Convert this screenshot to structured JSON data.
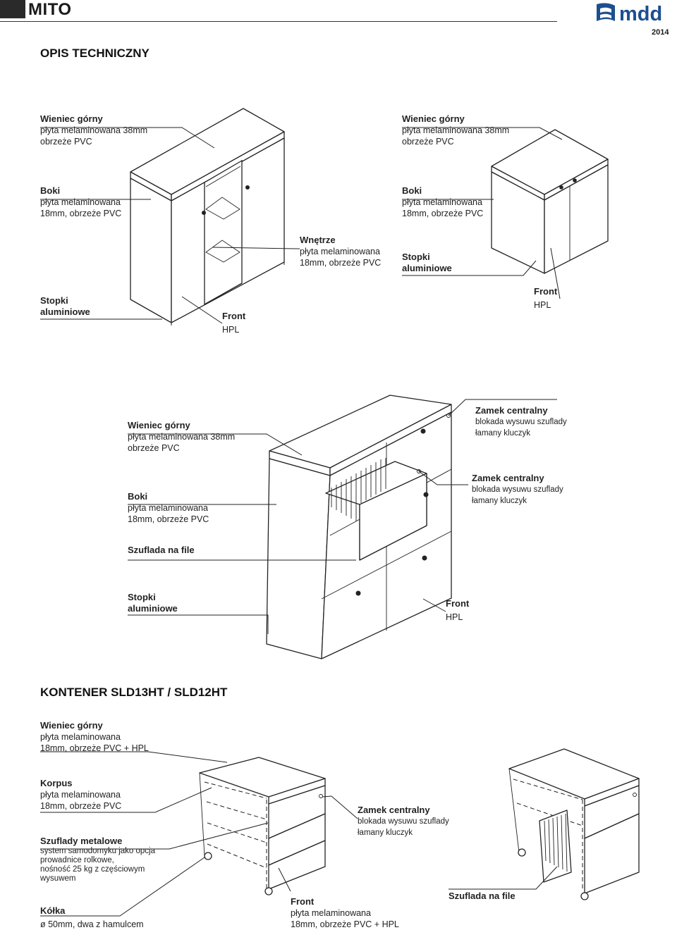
{
  "header": {
    "brand": "MITO",
    "logo_text": "mdd",
    "year": "2014"
  },
  "section1": {
    "title": "OPIS TECHNICZNY"
  },
  "labels": {
    "a1": {
      "title": "Wieniec górny",
      "desc": "płyta melaminowana 38mm\nobrzeże PVC"
    },
    "a2": {
      "title": "Wieniec górny",
      "desc": "płyta melaminowana 38mm\nobrzeże PVC"
    },
    "a3": {
      "title": "Boki",
      "desc": "płyta melaminowana\n18mm, obrzeże PVC"
    },
    "a4": {
      "title": "Boki",
      "desc": "płyta melaminowana\n18mm, obrzeże PVC"
    },
    "a5": {
      "title": "Wnętrze",
      "desc": "płyta melaminowana\n18mm, obrzeże PVC"
    },
    "a6": {
      "title": "Stopki\naluminiowe",
      "desc": ""
    },
    "a7": {
      "title": "Stopki\naluminiowe",
      "desc": ""
    },
    "a8": {
      "title": "Front",
      "desc": "HPL"
    },
    "a9": {
      "title": "Front",
      "desc": "HPL"
    },
    "b1": {
      "title": "Wieniec górny",
      "desc": "płyta melaminowana 38mm\nobrzeże PVC"
    },
    "b2": {
      "title": "Zamek centralny",
      "desc": "blokada wysuwu szuflady\nłamany kluczyk"
    },
    "b3": {
      "title": "Boki",
      "desc": "płyta melaminowana\n18mm, obrzeże PVC"
    },
    "b4": {
      "title": "Zamek centralny",
      "desc": "blokada wysuwu szuflady\nłamany kluczyk"
    },
    "b5": {
      "title": "Szuflada na file",
      "desc": ""
    },
    "b6": {
      "title": "Stopki\naluminiowe",
      "desc": ""
    },
    "b7": {
      "title": "Front",
      "desc": "HPL"
    },
    "c1": {
      "title": "Wieniec górny",
      "desc": "płyta melaminowana\n18mm, obrzeże PVC + HPL"
    },
    "c2": {
      "title": "Korpus",
      "desc": "płyta melaminowana\n18mm, obrzeże PVC"
    },
    "c3": {
      "title": "Zamek centralny",
      "desc": "blokada wysuwu szuflady\nłamany kluczyk"
    },
    "c4": {
      "title": "Szuflady metalowe",
      "desc": "system samodomyku jako opcja\nprowadnice rolkowe,\nnośność 25 kg z częściowym\nwysuwem"
    },
    "c5": {
      "title": "Kółka",
      "desc": "ø 50mm, dwa z hamulcem"
    },
    "c6": {
      "title": "Front",
      "desc": "płyta melaminowana\n18mm, obrzeże PVC + HPL"
    },
    "c7": {
      "title": "Szuflada na file",
      "desc": ""
    }
  },
  "section2": {
    "title": "KONTENER SLD13HT / SLD12HT"
  }
}
